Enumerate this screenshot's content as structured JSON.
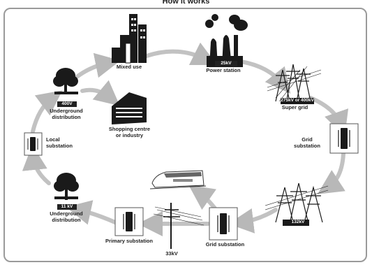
{
  "title": "How it works",
  "nodes": {
    "mixed_use": "Mixed use",
    "power_station": "Power station",
    "power_station_voltage": "25kV",
    "super_grid": "Super grid",
    "super_grid_voltage": "275kV or 400kV",
    "grid_substation_right": "Grid\nsubstation",
    "voltage_132": "132kV",
    "grid_substation_bottom": "Grid substation",
    "voltage_33": "33kV",
    "primary_substation": "Primary substation",
    "underground_11_voltage": "11 kV",
    "underground_11": "Underground\ndistribution",
    "local_substation": "Local\nsubstation",
    "underground_400_voltage": "400V",
    "underground_400": "Underground\ndistribution",
    "shopping": "Shopping centre\nor industry"
  },
  "colors": {
    "arrow": "#b8b8b8",
    "ink": "#1a1a1a",
    "border": "#9a9a9a"
  }
}
